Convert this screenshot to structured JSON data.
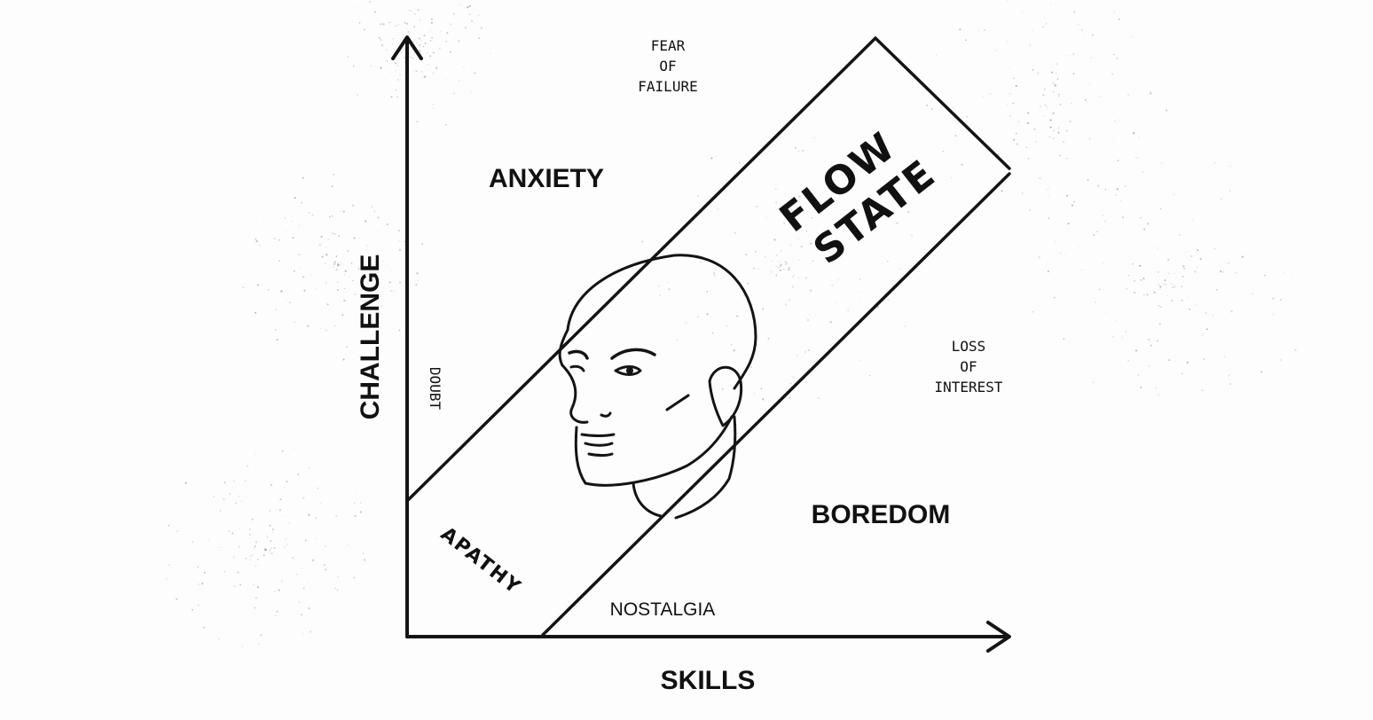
{
  "diagram": {
    "axes": {
      "y_label": "CHALLENGE",
      "x_label": "SKILLS"
    },
    "zones": {
      "anxiety": "ANXIETY",
      "boredom": "BOREDOM",
      "flow_line1": "FLOW",
      "flow_line2": "STATE",
      "apathy": "APATHY"
    },
    "notes": {
      "fear_line1": "FEAR",
      "fear_line2": "OF",
      "fear_line3": "FAILURE",
      "loss_line1": "LOSS",
      "loss_line2": "OF",
      "loss_line3": "INTEREST",
      "doubt": "DOUBT",
      "nostalgia": "NOSTALGIA"
    },
    "illustration": {
      "icon": "head-icon"
    }
  },
  "colors": {
    "ink": "#141414",
    "paper": "#fdfdfd"
  }
}
